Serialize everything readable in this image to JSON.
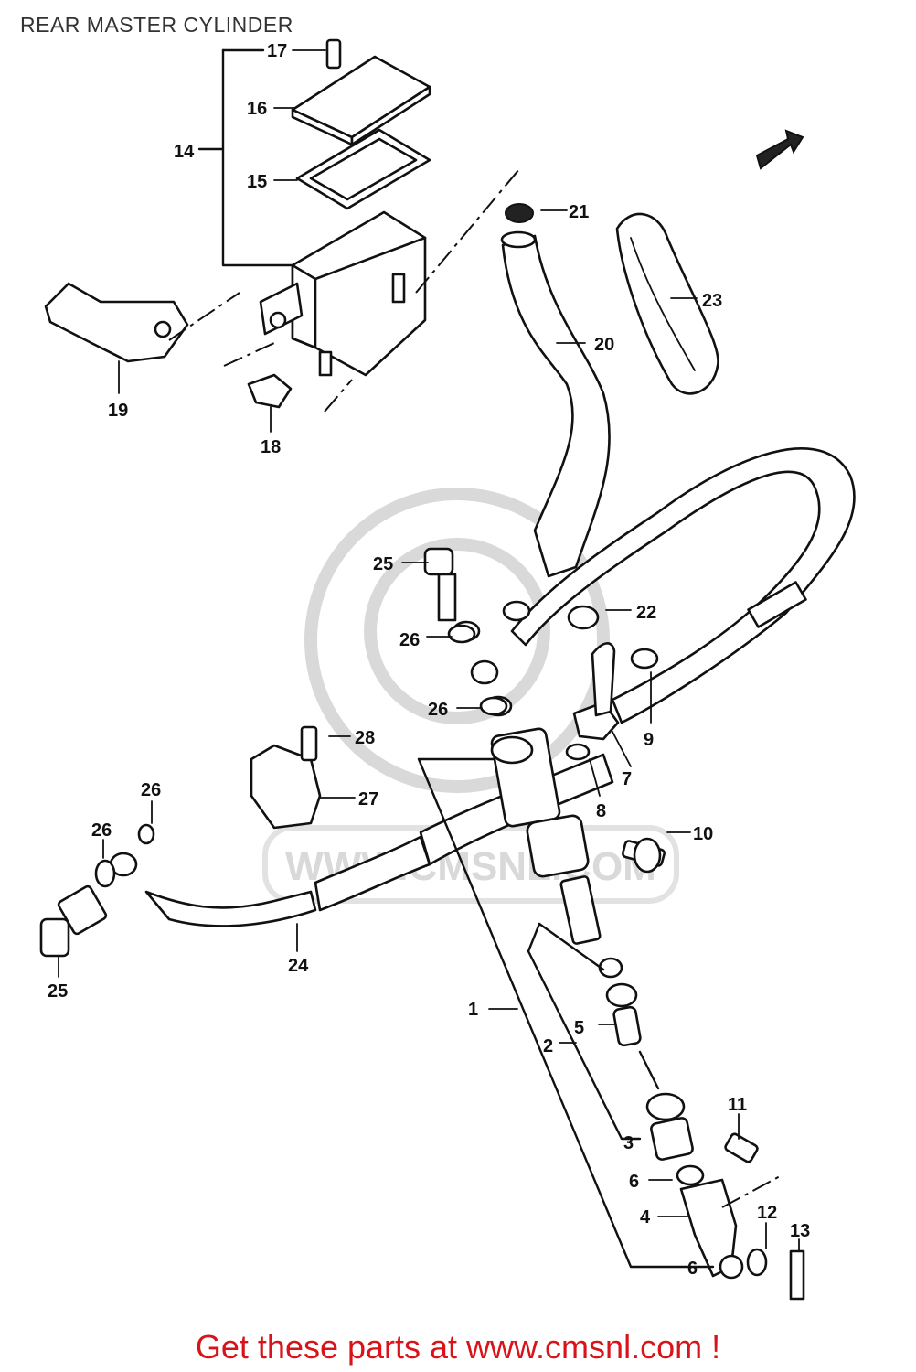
{
  "title": "REAR MASTER CYLINDER",
  "footer": {
    "text": "Get these parts at www.cmsnl.com !",
    "color": "#d8141a"
  },
  "watermark": {
    "text": "WWW.CMSNL.COM"
  },
  "direction_icon": "front-arrow-icon",
  "callouts": {
    "c1": "1",
    "c2": "2",
    "c3": "3",
    "c4": "4",
    "c5": "5",
    "c6a": "6",
    "c6b": "6",
    "c7": "7",
    "c8": "8",
    "c9": "9",
    "c10": "10",
    "c11": "11",
    "c12": "12",
    "c13": "13",
    "c14": "14",
    "c15": "15",
    "c16": "16",
    "c17": "17",
    "c18": "18",
    "c19": "19",
    "c20": "20",
    "c21": "21",
    "c22": "22",
    "c23": "23",
    "c24": "24",
    "c25a": "25",
    "c25b": "25",
    "c26a": "26",
    "c26b": "26",
    "c26c": "26",
    "c26d": "26",
    "c27": "27",
    "c28": "28"
  }
}
